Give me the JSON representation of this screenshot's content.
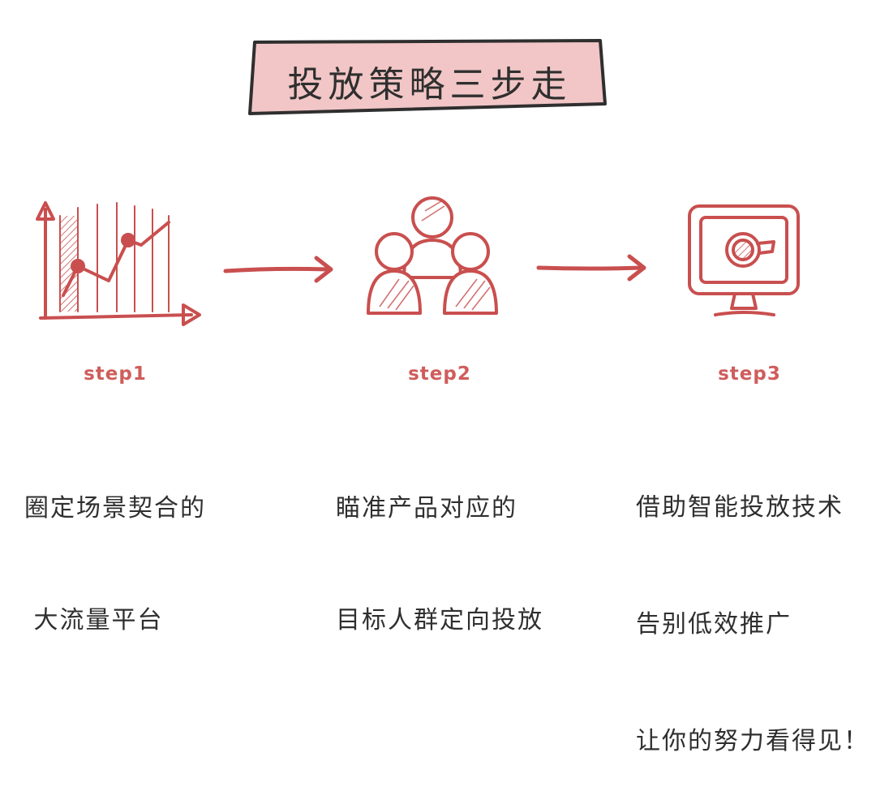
{
  "title": "投放策略三步走",
  "colors": {
    "accent": "#c94f4f",
    "banner_fill": "#f2c6c6",
    "banner_border": "#2f2f2f"
  },
  "steps": [
    {
      "label": "step1",
      "icon": "line-chart-icon",
      "desc_lines": [
        "圈定场景契合的",
        " 大流量平台"
      ]
    },
    {
      "label": "step2",
      "icon": "people-group-icon",
      "desc_lines": [
        "瞄准产品对应的",
        "目标人群定向投放"
      ]
    },
    {
      "label": "step3",
      "icon": "monitor-icon",
      "desc_lines": [
        "借助智能投放技术",
        "告别低效推广",
        "让你的努力看得见！"
      ]
    }
  ],
  "arrows": [
    "arrow-right-icon",
    "arrow-right-icon"
  ]
}
